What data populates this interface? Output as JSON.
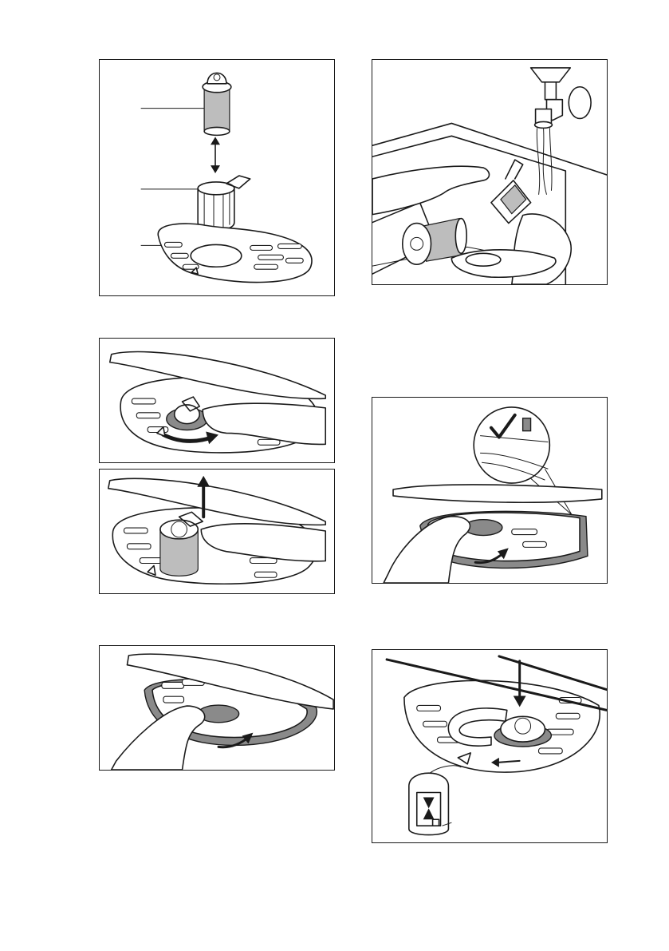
{
  "page": {
    "background": "#ffffff",
    "line_color": "#1a1a1a",
    "accent_gray": "#8a8a8a"
  },
  "figures": [
    {
      "id": "fig-1",
      "depicts": "filter-assembly-exploded"
    },
    {
      "id": "fig-2",
      "depicts": "rinse-filter-under-tap"
    },
    {
      "id": "fig-3",
      "depicts": "turn-filter-anticlockwise"
    },
    {
      "id": "fig-4",
      "depicts": "lift-filter-out"
    },
    {
      "id": "fig-5",
      "depicts": "flat-filter-correct-position"
    },
    {
      "id": "fig-6",
      "depicts": "remove-flat-filter"
    },
    {
      "id": "fig-7",
      "depicts": "insert-and-lock-filter"
    }
  ]
}
